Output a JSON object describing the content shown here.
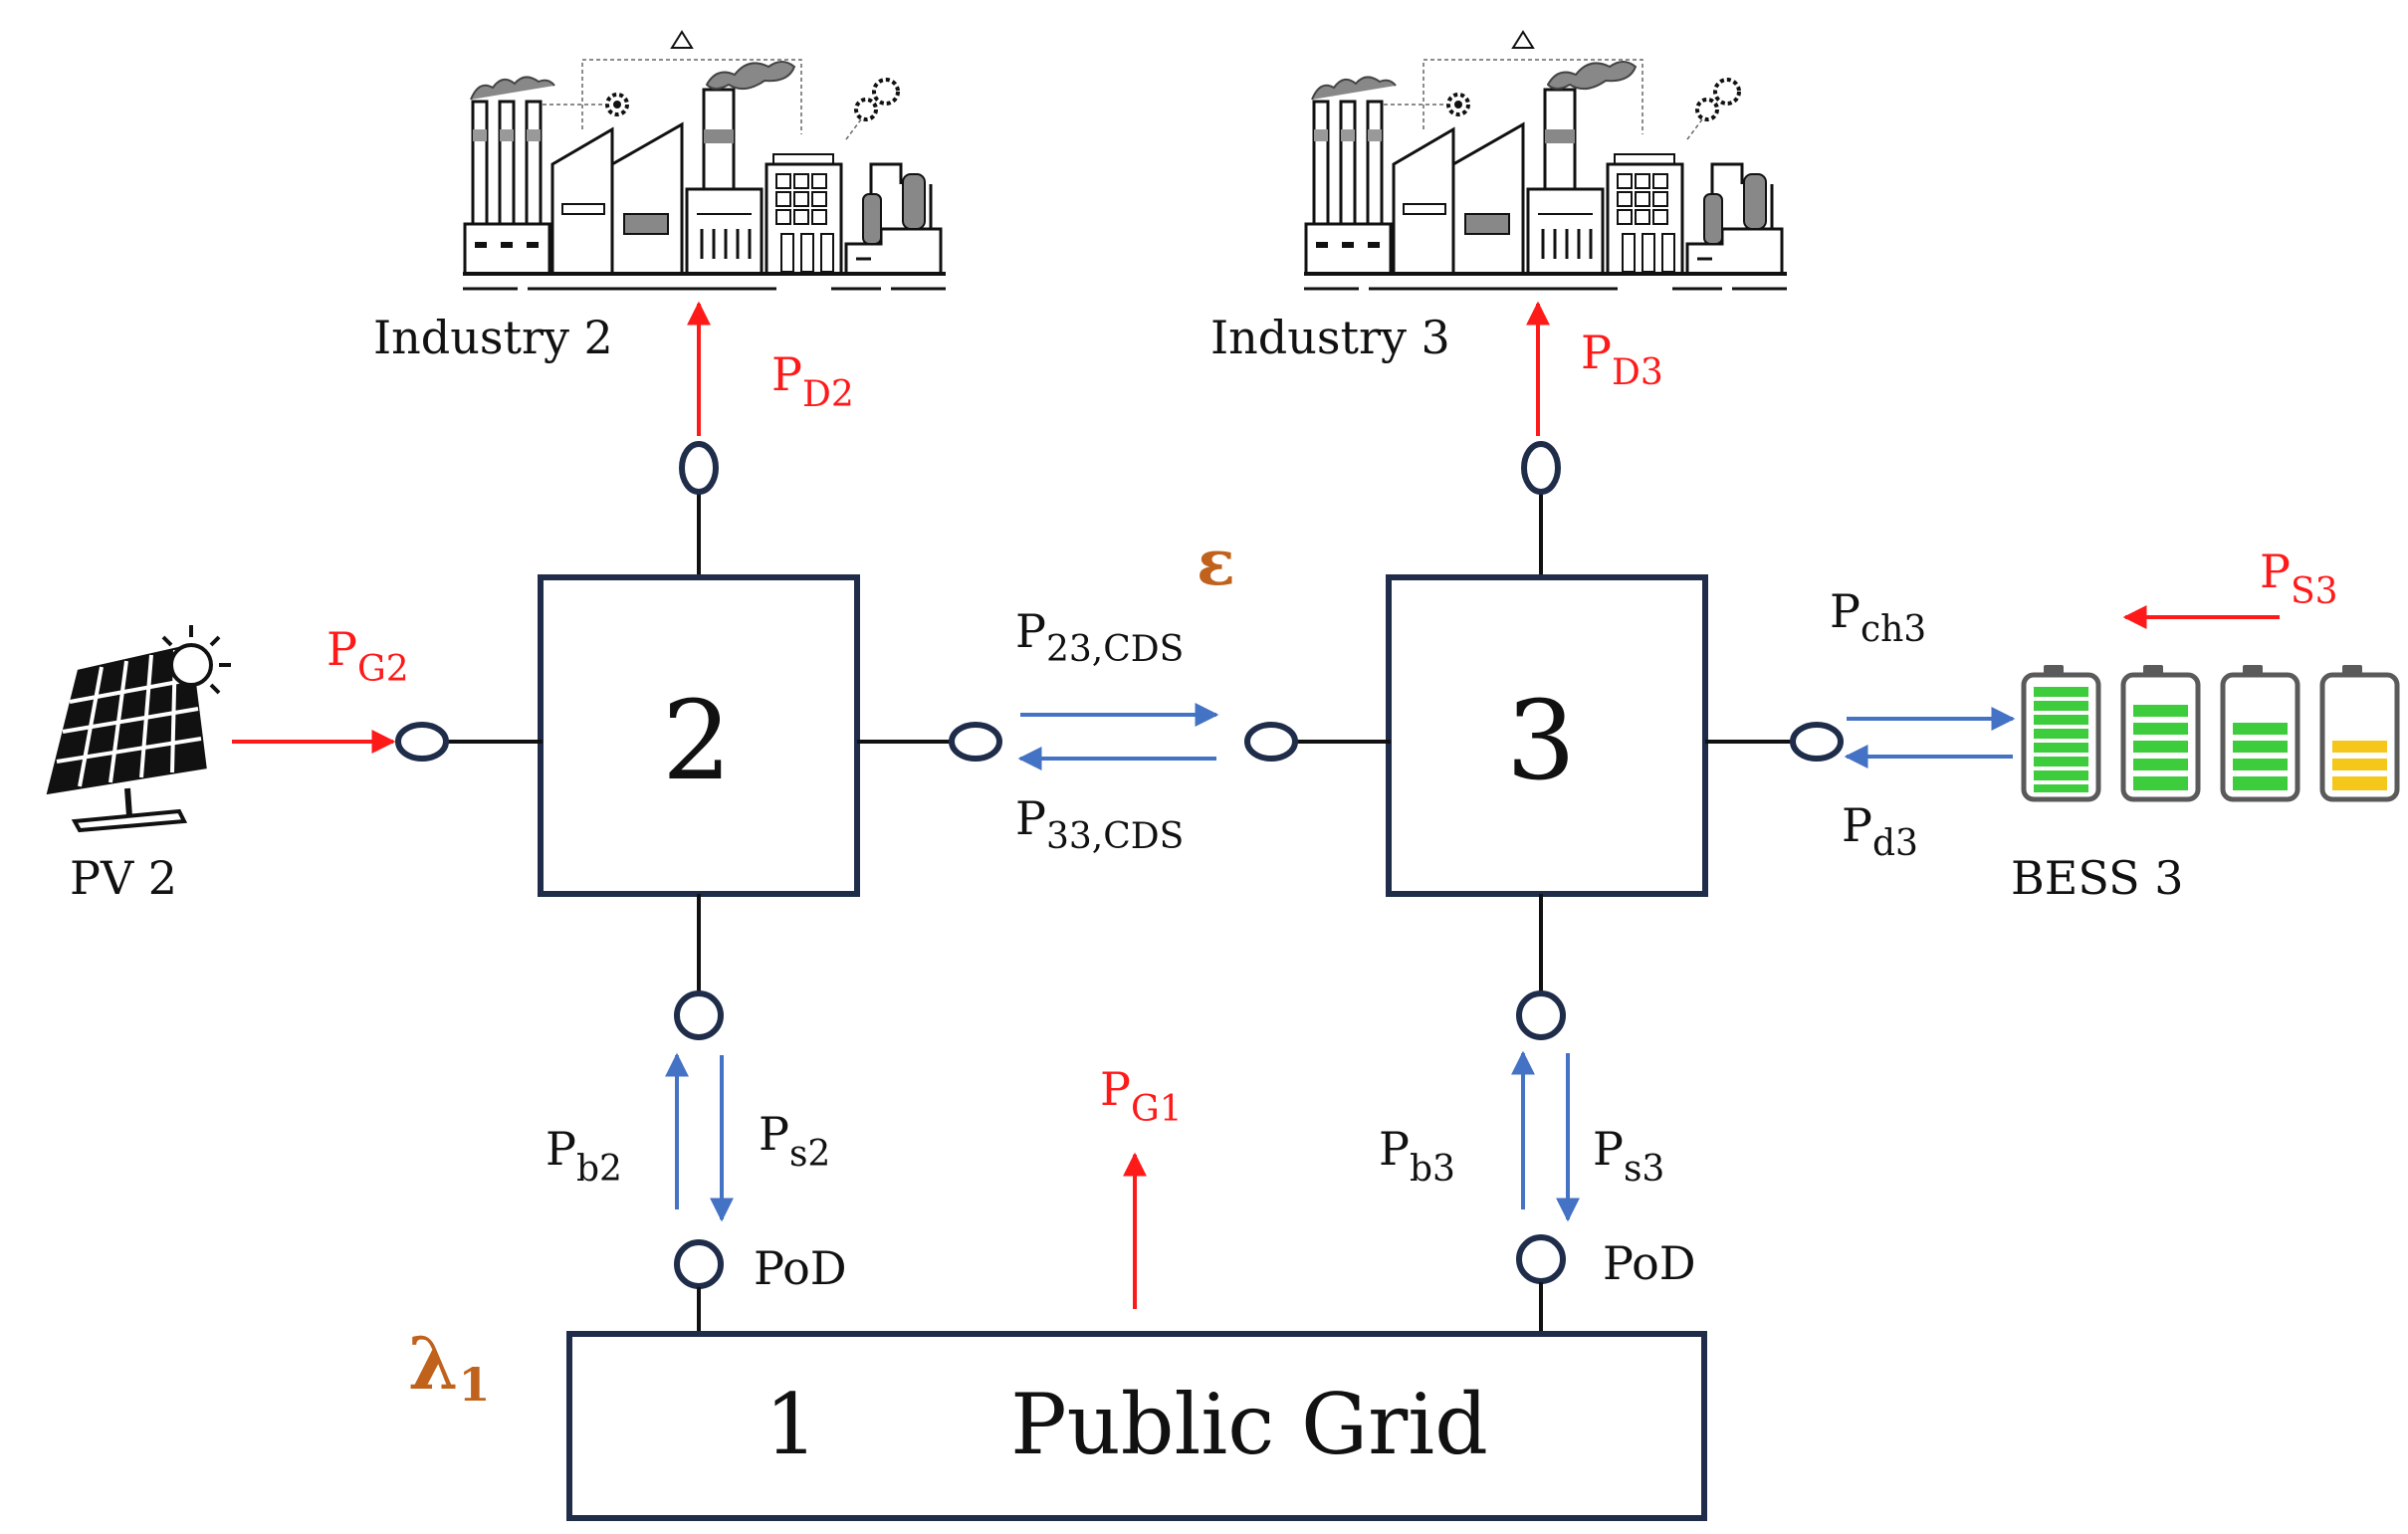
{
  "nodes": {
    "node2": "2",
    "node3": "3",
    "grid_number": "1",
    "grid_label": "Public Grid"
  },
  "labels": {
    "industry2": "Industry  2",
    "industry3": "Industry  3",
    "pv2": "PV 2",
    "bess3": "BESS 3",
    "pod_left": "PoD",
    "pod_right": "PoD",
    "epsilon": "ε",
    "lambda": "λ",
    "lambda_sub": "1"
  },
  "flows": {
    "pd2": {
      "base": "P",
      "sub": "D2"
    },
    "pd3": {
      "base": "P",
      "sub": "D3"
    },
    "pg2": {
      "base": "P",
      "sub": "G2"
    },
    "pg1": {
      "base": "P",
      "sub": "G1"
    },
    "ps3_red": {
      "base": "P",
      "sub": "S3"
    },
    "p23": {
      "base": "P",
      "sub": "23,CDS"
    },
    "p33": {
      "base": "P",
      "sub": "33,CDS"
    },
    "pch3": {
      "base": "P",
      "sub": "ch3"
    },
    "pd3_small": {
      "base": "P",
      "sub": "d3"
    },
    "pb2": {
      "base": "P",
      "sub": "b2"
    },
    "ps2": {
      "base": "P",
      "sub": "s2"
    },
    "pb3": {
      "base": "P",
      "sub": "b3"
    },
    "ps3": {
      "base": "P",
      "sub": "s3"
    }
  },
  "icons": {
    "factory": "factory-icon",
    "solar": "solar-panel-icon",
    "battery": "battery-icon"
  },
  "colors": {
    "node_border": "#1f2d4a",
    "red_flow": "#ff1a1a",
    "blue_flow": "#4472c4",
    "orange_symbol": "#c0621c",
    "battery_green": "#3ccc3c",
    "battery_yellow": "#f4c71a",
    "battery_shell": "#5a5a5a"
  }
}
